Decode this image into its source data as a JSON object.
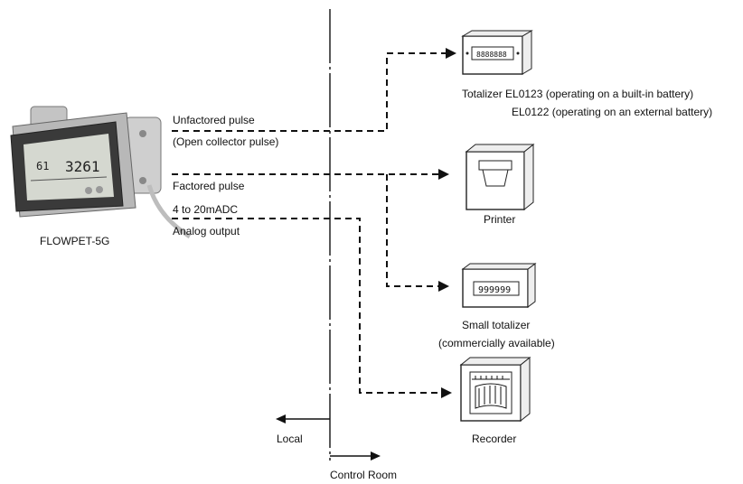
{
  "device": {
    "name": "FLOWPET-5G",
    "display_reading": "3261"
  },
  "signals": {
    "unfactored_line1": "Unfactored pulse",
    "unfactored_line2": "(Open collector pulse)",
    "factored": "Factored pulse",
    "analog_line1": "4 to 20mADC",
    "analog_line2": "Analog output"
  },
  "destinations": {
    "totalizer_line1": "Totalizer EL0123 (operating on a built-in battery)",
    "totalizer_line2": "EL0122 (operating on an external battery)",
    "totalizer_display": "8888888",
    "printer": "Printer",
    "small_totalizer_line1": "Small totalizer",
    "small_totalizer_line2": "(commercially available)",
    "small_totalizer_display": "999999",
    "recorder": "Recorder"
  },
  "zones": {
    "local": "Local",
    "control_room": "Control Room"
  },
  "colors": {
    "line": "#111111",
    "device_body": "#c9c9c9",
    "device_screen": "#3a3a3a"
  }
}
